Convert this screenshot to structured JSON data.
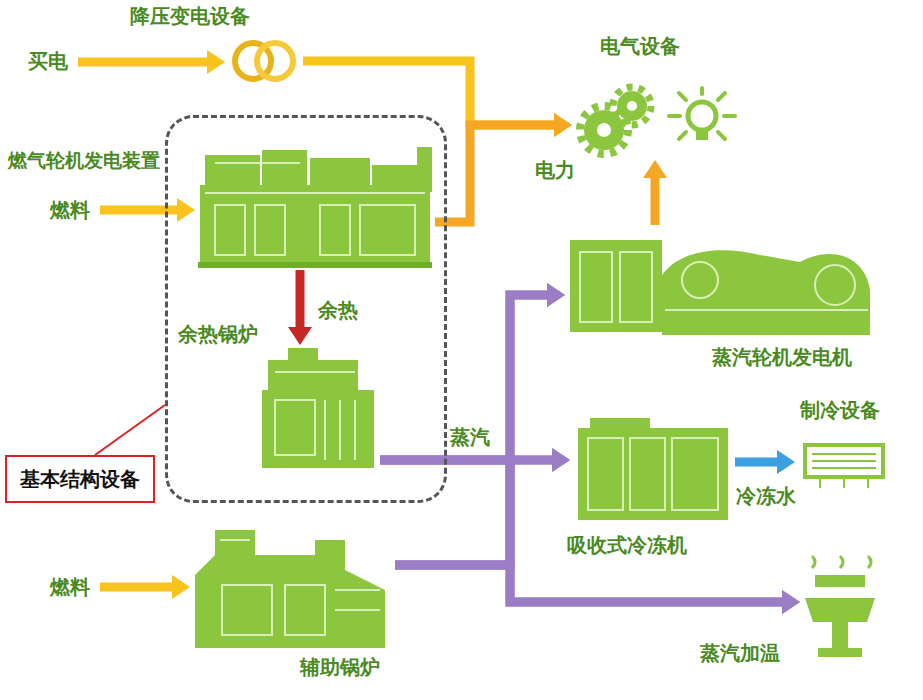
{
  "diagram": {
    "nodes": [
      {
        "text": [
          "买电"
        ]
      },
      {
        "text": [
          "降压变电设备"
        ]
      },
      {
        "text": [
          "电气设备"
        ]
      },
      {
        "text": [
          "基本结构设备"
        ]
      },
      {
        "text": [
          "燃气轮机发电装置"
        ],
        "in": 3
      },
      {
        "text": [
          "余热锅炉"
        ],
        "in": 3
      },
      {
        "text": [
          "燃料"
        ]
      },
      {
        "text": [
          "蒸汽轮机发电机"
        ]
      },
      {
        "text": [
          "吸收式冷冻机"
        ]
      },
      {
        "text": [
          "制冷设备"
        ]
      },
      {
        "text": [
          "蒸汽加温"
        ]
      },
      {
        "text": [
          "燃料"
        ]
      },
      {
        "text": [
          "辅助锅炉"
        ]
      }
    ],
    "edges": [
      {
        "from": 0,
        "to": 1,
        "arrow": "to"
      },
      {
        "from": 1,
        "to": 2,
        "arrow": "to"
      },
      {
        "from": 6,
        "to": 4,
        "arrow": "to"
      },
      {
        "from": 4,
        "to": 2,
        "arrow": "to"
      },
      {
        "from": 4,
        "to": 5,
        "label": "余热",
        "arrow": "to"
      },
      {
        "from": 5,
        "to": 7,
        "arrow": "to"
      },
      {
        "from": 5,
        "to": 8,
        "label": "蒸汽",
        "arrow": "to"
      },
      {
        "from": 5,
        "to": 10,
        "arrow": "to"
      },
      {
        "from": 12,
        "to": 7,
        "arrow": "to"
      },
      {
        "from": 12,
        "to": 8,
        "arrow": "to"
      },
      {
        "from": 12,
        "to": 10,
        "arrow": "to"
      },
      {
        "from": 7,
        "to": 2,
        "arrow": "to"
      },
      {
        "from": 8,
        "to": 9,
        "label": "冷冻水",
        "arrow": "to"
      },
      {
        "from": 11,
        "to": 12,
        "arrow": "to"
      }
    ],
    "labels": [
      "电力"
    ]
  }
}
